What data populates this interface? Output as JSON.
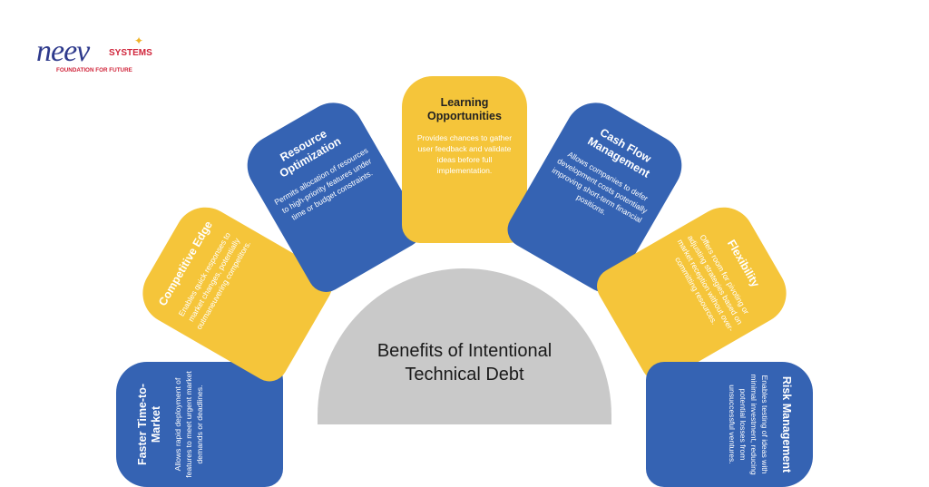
{
  "logo": {
    "wordmark": "neev",
    "systems": "SYSTEMS",
    "tagline": "FOUNDATION FOR FUTURE"
  },
  "hub": {
    "title_line1": "Benefits of Intentional",
    "title_line2": "Technical Debt",
    "color": "#c9c9c9"
  },
  "colors": {
    "blue": "#3563b3",
    "yellow": "#f5c53a"
  },
  "segments": [
    {
      "title": "Faster Time-to-Market",
      "description": "Allows rapid deployment of features to meet urgent market demands or deadlines.",
      "color": "blue"
    },
    {
      "title": "Competitive Edge",
      "description": "Enables quick responses to market changes, potentially outmaneuvering competitors.",
      "color": "yellow"
    },
    {
      "title": "Resource Optimization",
      "description": "Permits allocation of resources to high-priority features under time or budget constraints.",
      "color": "blue"
    },
    {
      "title": "Learning Opportunities",
      "description": "Provides chances to gather user feedback and validate ideas before full implementation.",
      "color": "yellow"
    },
    {
      "title": "Cash Flow Management",
      "description": "Allows companies to defer development costs potentially improving short-term financial positions.",
      "color": "blue"
    },
    {
      "title": "Flexibility",
      "description": "Offers room for pivoting or adjusting strategies based on market reception without over-committing resources.",
      "color": "yellow"
    },
    {
      "title": "Risk Management",
      "description": "Enables testing of ideas with minimal investment, reducing potential losses from unsuccessful ventures.",
      "color": "blue"
    }
  ]
}
